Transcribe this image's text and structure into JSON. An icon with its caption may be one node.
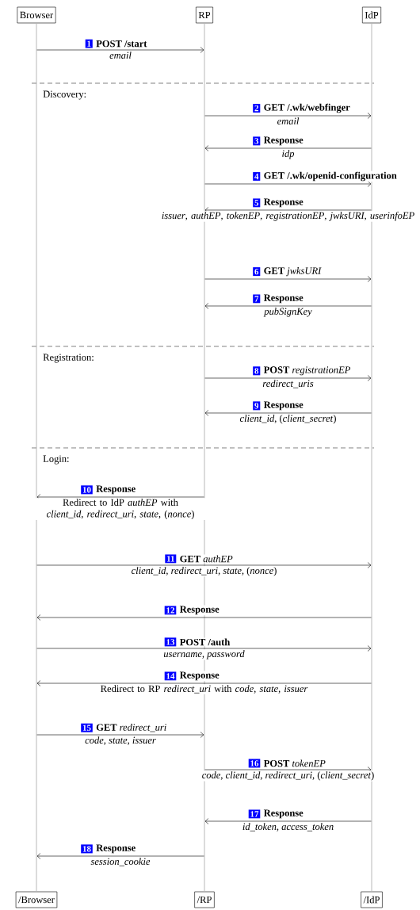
{
  "diagram": {
    "nodes": [
      {
        "text": [
          "Browser"
        ]
      },
      {
        "text": [
          "RP"
        ]
      },
      {
        "text": [
          "IdP"
        ]
      },
      {
        "text": [
          "/Browser"
        ]
      },
      {
        "text": [
          "/RP"
        ]
      },
      {
        "text": [
          "/IdP"
        ]
      },
      {
        "text": [],
        "shape": "bar"
      },
      {
        "text": [],
        "shape": "bar"
      },
      {
        "text": [],
        "shape": "bar"
      }
    ],
    "edges": [
      {
        "from": 6,
        "to": 7,
        "arrow": "to",
        "label": "POST /start"
      },
      {
        "from": 7,
        "to": 8,
        "arrow": "to",
        "label": "GET /.wk/webfinger"
      },
      {
        "from": 8,
        "to": 7,
        "arrow": "to",
        "label": "Response"
      },
      {
        "from": 7,
        "to": 8,
        "arrow": "to",
        "label": "GET /.wk/openid-configuration"
      },
      {
        "from": 8,
        "to": 7,
        "arrow": "to",
        "label": "Response"
      },
      {
        "from": 7,
        "to": 8,
        "arrow": "to",
        "label": "**GET** *jwksURI*"
      },
      {
        "from": 8,
        "to": 7,
        "arrow": "to",
        "label": "Response"
      },
      {
        "from": 7,
        "to": 8,
        "arrow": "to",
        "label": "**POST** *registrationEP*"
      },
      {
        "from": 8,
        "to": 7,
        "arrow": "to",
        "label": "Response"
      },
      {
        "from": 7,
        "to": 6,
        "arrow": "to",
        "label": "Response"
      },
      {
        "from": 6,
        "to": 8,
        "arrow": "to",
        "label": "**GET** *authEP*"
      },
      {
        "from": 8,
        "to": 6,
        "arrow": "to",
        "label": "Response"
      },
      {
        "from": 6,
        "to": 8,
        "arrow": "to",
        "label": "POST /auth"
      },
      {
        "from": 8,
        "to": 6,
        "arrow": "to",
        "label": "Response"
      },
      {
        "from": 6,
        "to": 7,
        "arrow": "to",
        "label": "**GET** *redirect_uri*"
      },
      {
        "from": 7,
        "to": 8,
        "arrow": "to",
        "label": "**POST** *tokenEP*"
      },
      {
        "from": 8,
        "to": 7,
        "arrow": "to",
        "label": "Response"
      },
      {
        "from": 7,
        "to": 6,
        "arrow": "to",
        "label": "Response"
      }
    ],
    "labels": [
      "1",
      "email",
      "Discovery:",
      "2",
      "email",
      "3",
      "idp",
      "4",
      "5",
      "*issuer*, *authEP*, *tokenEP*, *registrationEP*, *jwksURI*, *userinfoEP*",
      "6",
      "7",
      "pubSignKey",
      "Registration:",
      "8",
      "redirect_uris",
      "9",
      "*client_id*, (*client_secret*)",
      "Login:",
      "10",
      "Redirect to IdP *authEP* with *client_id*, *redirect_uri*, *state*, (*nonce*)",
      "11",
      "*client_id*, *redirect_uri*, *state*, (*nonce*)",
      "12",
      "13",
      "*username*, *password*",
      "14",
      "Redirect to RP *redirect_uri* with *code*, *state*, *issuer*",
      "15",
      "*code*, *state*, *issuer*",
      "16",
      "*code*, *client_id*, *redirect_uri*, (*client_secret*)",
      "17",
      "*id_token*, *access_token*",
      "18",
      "session_cookie"
    ]
  }
}
